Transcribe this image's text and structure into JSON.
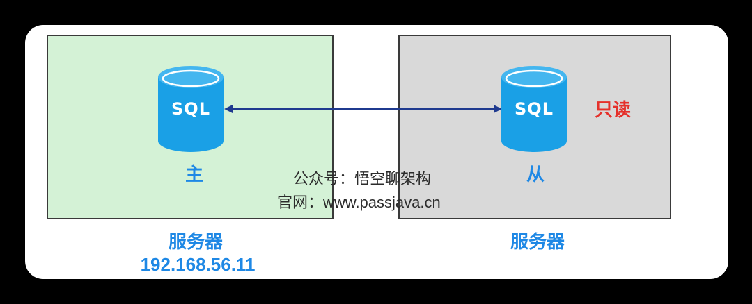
{
  "colors": {
    "master_fill": "#d4f2d6",
    "slave_fill": "#d9d9d9",
    "db_body": "#1aa0e6",
    "db_top": "#44b6ef",
    "blue_text": "#1e88e5",
    "readonly_text": "#e5312b",
    "arrow": "#1f3a8f"
  },
  "master": {
    "db_label": "SQL",
    "role": "主",
    "server_label": "服务器",
    "ip": "192.168.56.11"
  },
  "slave": {
    "db_label": "SQL",
    "role": "从",
    "badge": "只读",
    "server_label": "服务器"
  },
  "watermark": {
    "line1": "公众号：悟空聊架构",
    "line2": "官网：www.passjava.cn"
  },
  "icons": [
    "database-icon",
    "double-arrow-icon"
  ]
}
